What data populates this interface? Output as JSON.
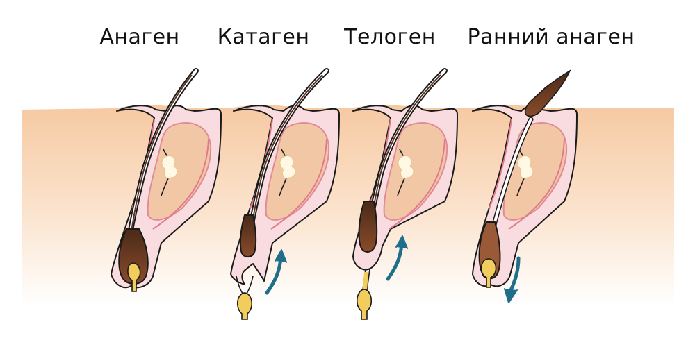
{
  "stages": [
    {
      "id": "anagen",
      "label": "Анаген"
    },
    {
      "id": "catagen",
      "label": "Катаген"
    },
    {
      "id": "telogen",
      "label": "Телоген"
    },
    {
      "id": "early-anagen",
      "label": "Ранний анаген"
    }
  ],
  "colors": {
    "skin": "#f7d2b0",
    "follicle_sheath": "#f9dde1",
    "gland": "#f3c7a4",
    "hair": "#6b3a22",
    "papilla": "#f2cc5c",
    "arrow": "#1f6f8b",
    "outline": "#1a1a1a"
  },
  "arrows": [
    {
      "stage": "catagen",
      "direction": "up"
    },
    {
      "stage": "telogen",
      "direction": "up"
    },
    {
      "stage": "early-anagen",
      "direction": "down"
    }
  ]
}
